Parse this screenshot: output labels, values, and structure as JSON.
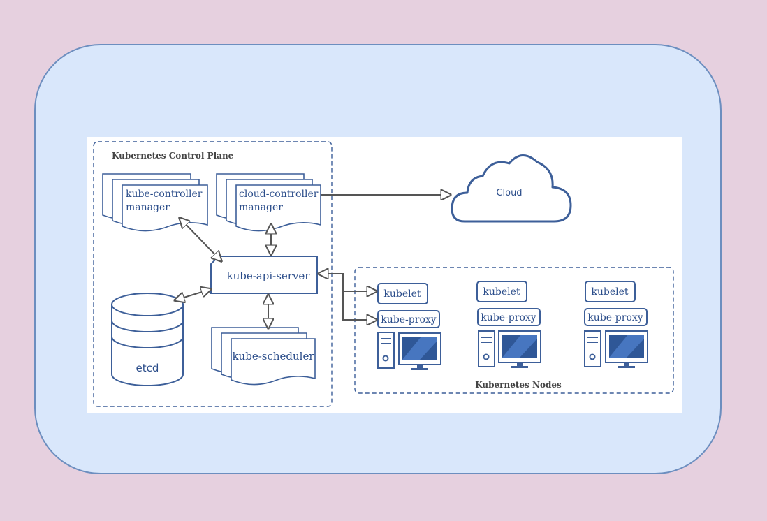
{
  "control_plane": {
    "title": "Kubernetes Control Plane",
    "kube_controller_manager": [
      "kube-controller",
      "manager"
    ],
    "cloud_controller_manager": [
      "cloud-controller",
      "manager"
    ],
    "api_server": "kube-api-server",
    "etcd": "etcd",
    "scheduler": "kube-scheduler"
  },
  "cloud": {
    "label": "Cloud"
  },
  "nodes": {
    "title": "Kubernetes Nodes",
    "items": [
      {
        "kubelet": "kubelet",
        "proxy": "kube-proxy"
      },
      {
        "kubelet": "kubelet",
        "proxy": "kube-proxy"
      },
      {
        "kubelet": "kubelet",
        "proxy": "kube-proxy"
      }
    ]
  },
  "colors": {
    "background": "#e6d0df",
    "panel": "#d9e7fb",
    "panel_border": "#6c8ebf",
    "shape_stroke": "#3d5f99",
    "label_text": "#2b4d8a",
    "connector": "#555555"
  }
}
